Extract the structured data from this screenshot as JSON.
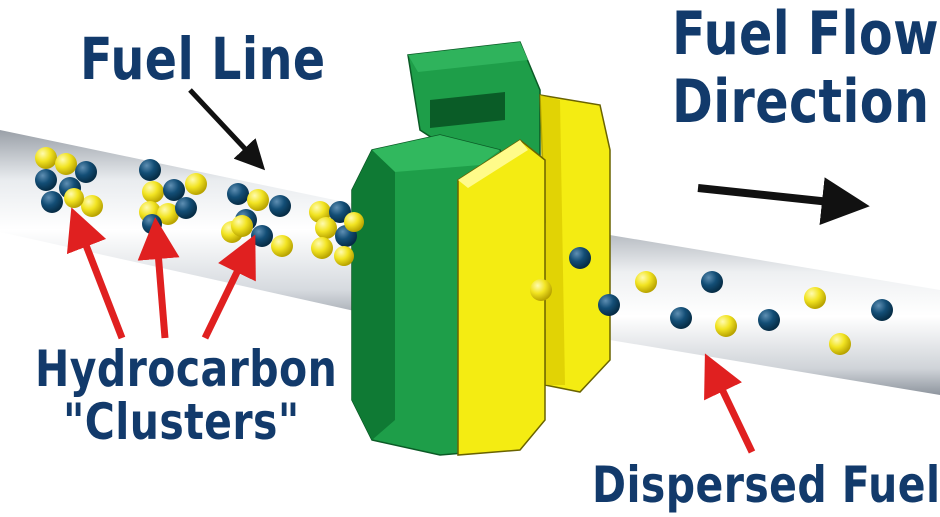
{
  "labels": {
    "fuel_line": "Fuel Line",
    "flow_direction_line1": "Fuel Flow",
    "flow_direction_line2": "Direction",
    "hydrocarbon_line1": "Hydrocarbon",
    "hydrocarbon_line2": "\"Clusters\"",
    "dispersed_fuel": "Dispersed Fuel"
  },
  "colors": {
    "text": "#123a6b",
    "green_device": "#1e9e49",
    "green_dark": "#0f7a34",
    "yellow_device": "#f4ec12",
    "molecule_yellow": "#f2e422",
    "molecule_blue": "#0f4a70",
    "arrow_red": "#e02020",
    "arrow_black": "#111111",
    "pipe_gray": "#c8cdd3"
  },
  "icons": {
    "flow_arrow": "right-arrow-icon",
    "pointer_arrows": "red-pointer-arrow-icon"
  }
}
